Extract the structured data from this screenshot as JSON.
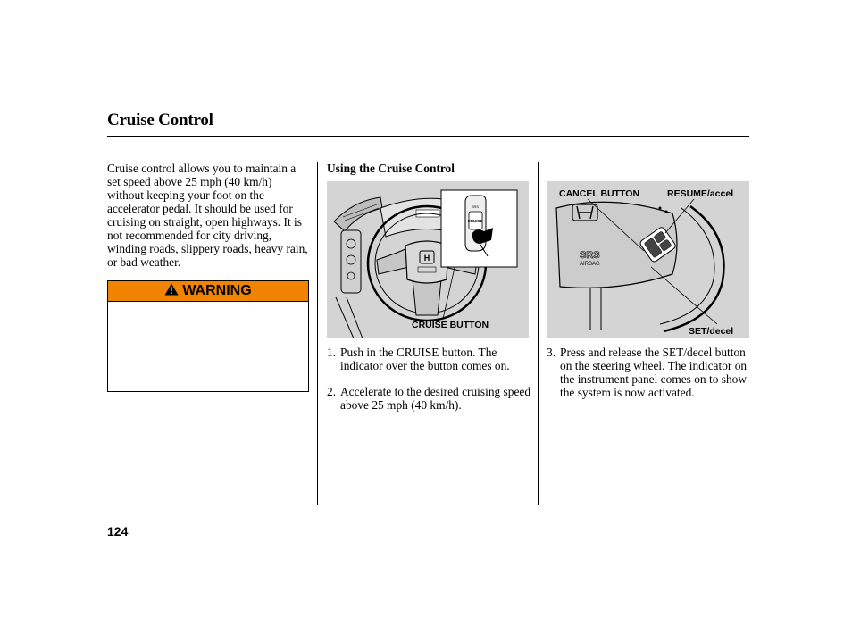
{
  "page": {
    "title": "Cruise Control",
    "page_number": "124"
  },
  "left_column": {
    "intro": "Cruise control allows you to maintain a set speed above 25 mph (40 km/h) without keeping your foot on the accelerator pedal. It should be used for cruising on straight, open highways. It is not recommended for city driving, winding roads, slippery roads, heavy rain, or bad weather.",
    "warning_label": "WARNING",
    "warning_icon": "warning-triangle-icon",
    "warning_color": "#f08300"
  },
  "middle_column": {
    "heading": "Using the Cruise Control",
    "figure_label": "CRUISE BUTTON",
    "figure_button_text": "CRUISE",
    "step1_num": "1.",
    "step1_text": "Push in the CRUISE button. The indicator over the button comes on.",
    "step2_num": "2.",
    "step2_text": "Accelerate to the desired cruising speed above 25 mph (40 km/h)."
  },
  "right_column": {
    "figure_label_cancel": "CANCEL BUTTON",
    "figure_label_resume": "RESUME/accel",
    "figure_label_set": "SET/decel",
    "step3_num": "3.",
    "step3_text": "Press and release the SET/decel button on the steering wheel. The indicator on the instrument panel comes on to show the system is now activated."
  }
}
